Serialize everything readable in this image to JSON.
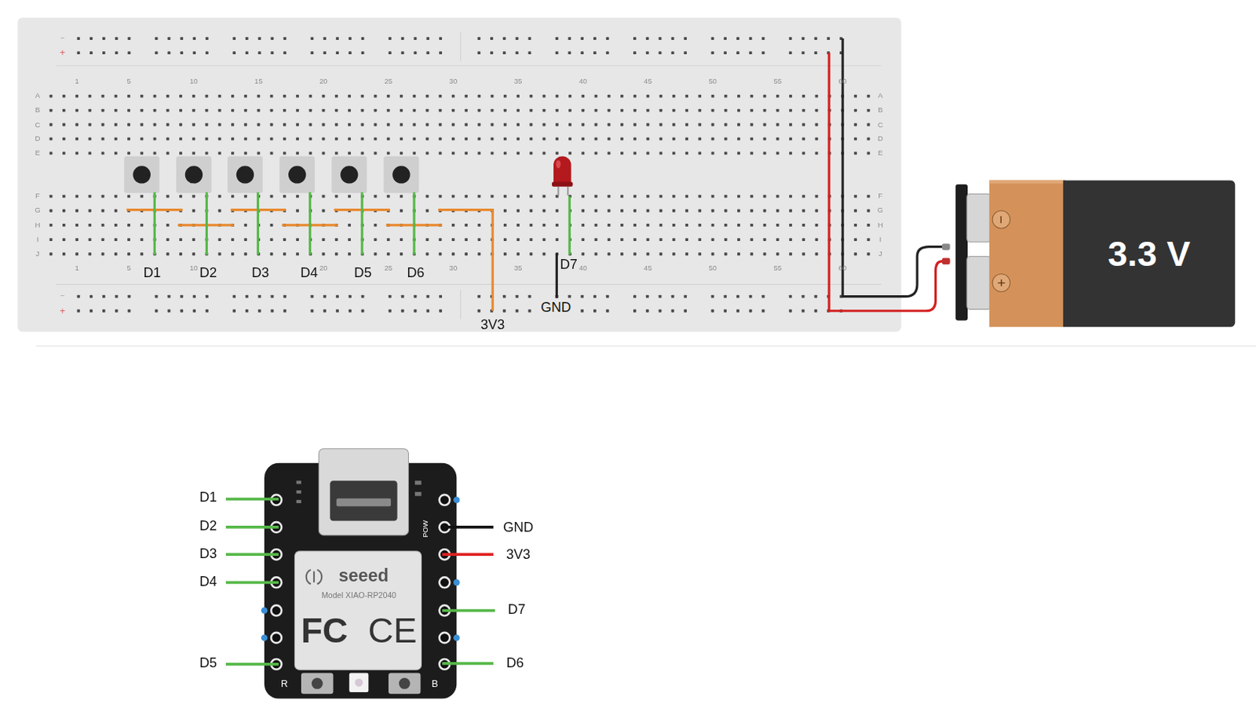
{
  "diagram": {
    "nodes": [
      {
        "text": [
          "3.3 V"
        ]
      }
    ],
    "labels": [
      "1",
      "5",
      "10",
      "15",
      "20",
      "25",
      "30",
      "35",
      "40",
      "45",
      "50",
      "55",
      "60",
      "1",
      "5",
      "10",
      "20",
      "25",
      "30",
      "35",
      "40",
      "45",
      "50",
      "55",
      "60",
      "A",
      "B",
      "C",
      "D",
      "E",
      "F",
      "G",
      "H",
      "I",
      "J",
      "A",
      "B",
      "C",
      "D",
      "E",
      "F",
      "G",
      "H",
      "I",
      "J",
      "−",
      "+",
      "−",
      "+",
      "D1",
      "D2",
      "D3",
      "D4",
      "D5",
      "D6",
      "D7",
      "3V3",
      "GND",
      "−",
      "+",
      "D1",
      "D2",
      "D3",
      "D4",
      "D5",
      "GND",
      "3V3",
      "D7",
      "D6",
      "seeed",
      "Model XIAO-RP2040",
      "FC",
      "CE",
      "R",
      "B",
      "POW"
    ]
  }
}
